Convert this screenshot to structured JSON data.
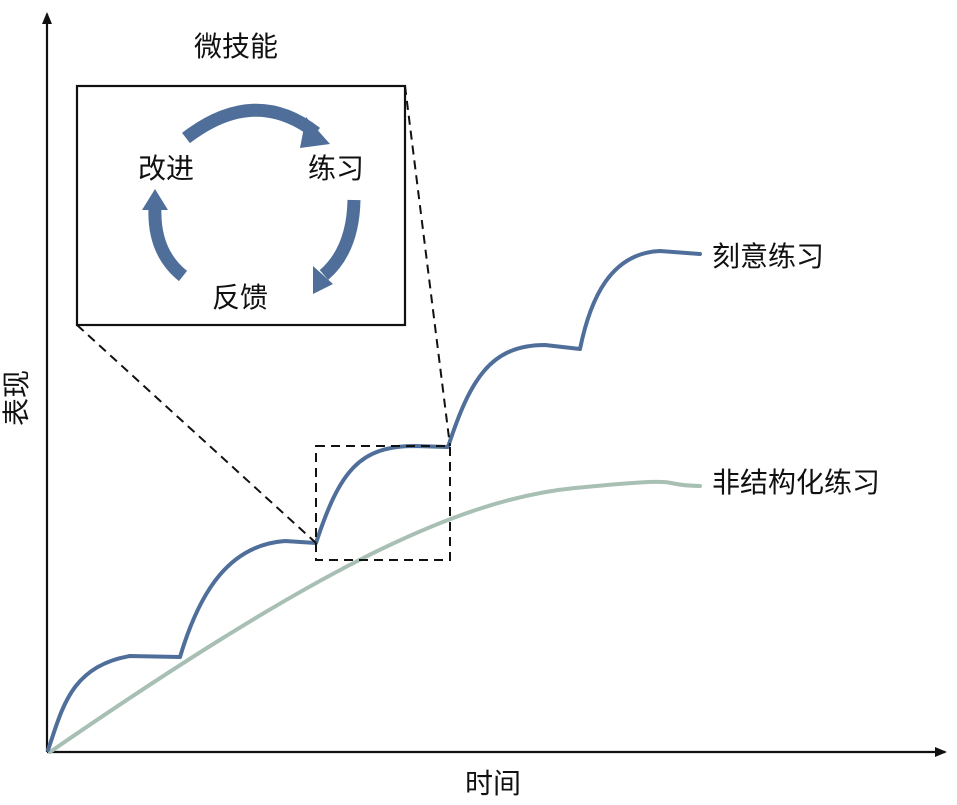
{
  "axes": {
    "y_label": "表现",
    "x_label": "时间"
  },
  "inset": {
    "title": "微技能",
    "cycle": [
      "练习",
      "反馈",
      "改进"
    ]
  },
  "series": [
    {
      "label": "刻意练习",
      "color": "#4f6f9a"
    },
    {
      "label": "非结构化练习",
      "color": "#a8bfb4"
    }
  ]
}
